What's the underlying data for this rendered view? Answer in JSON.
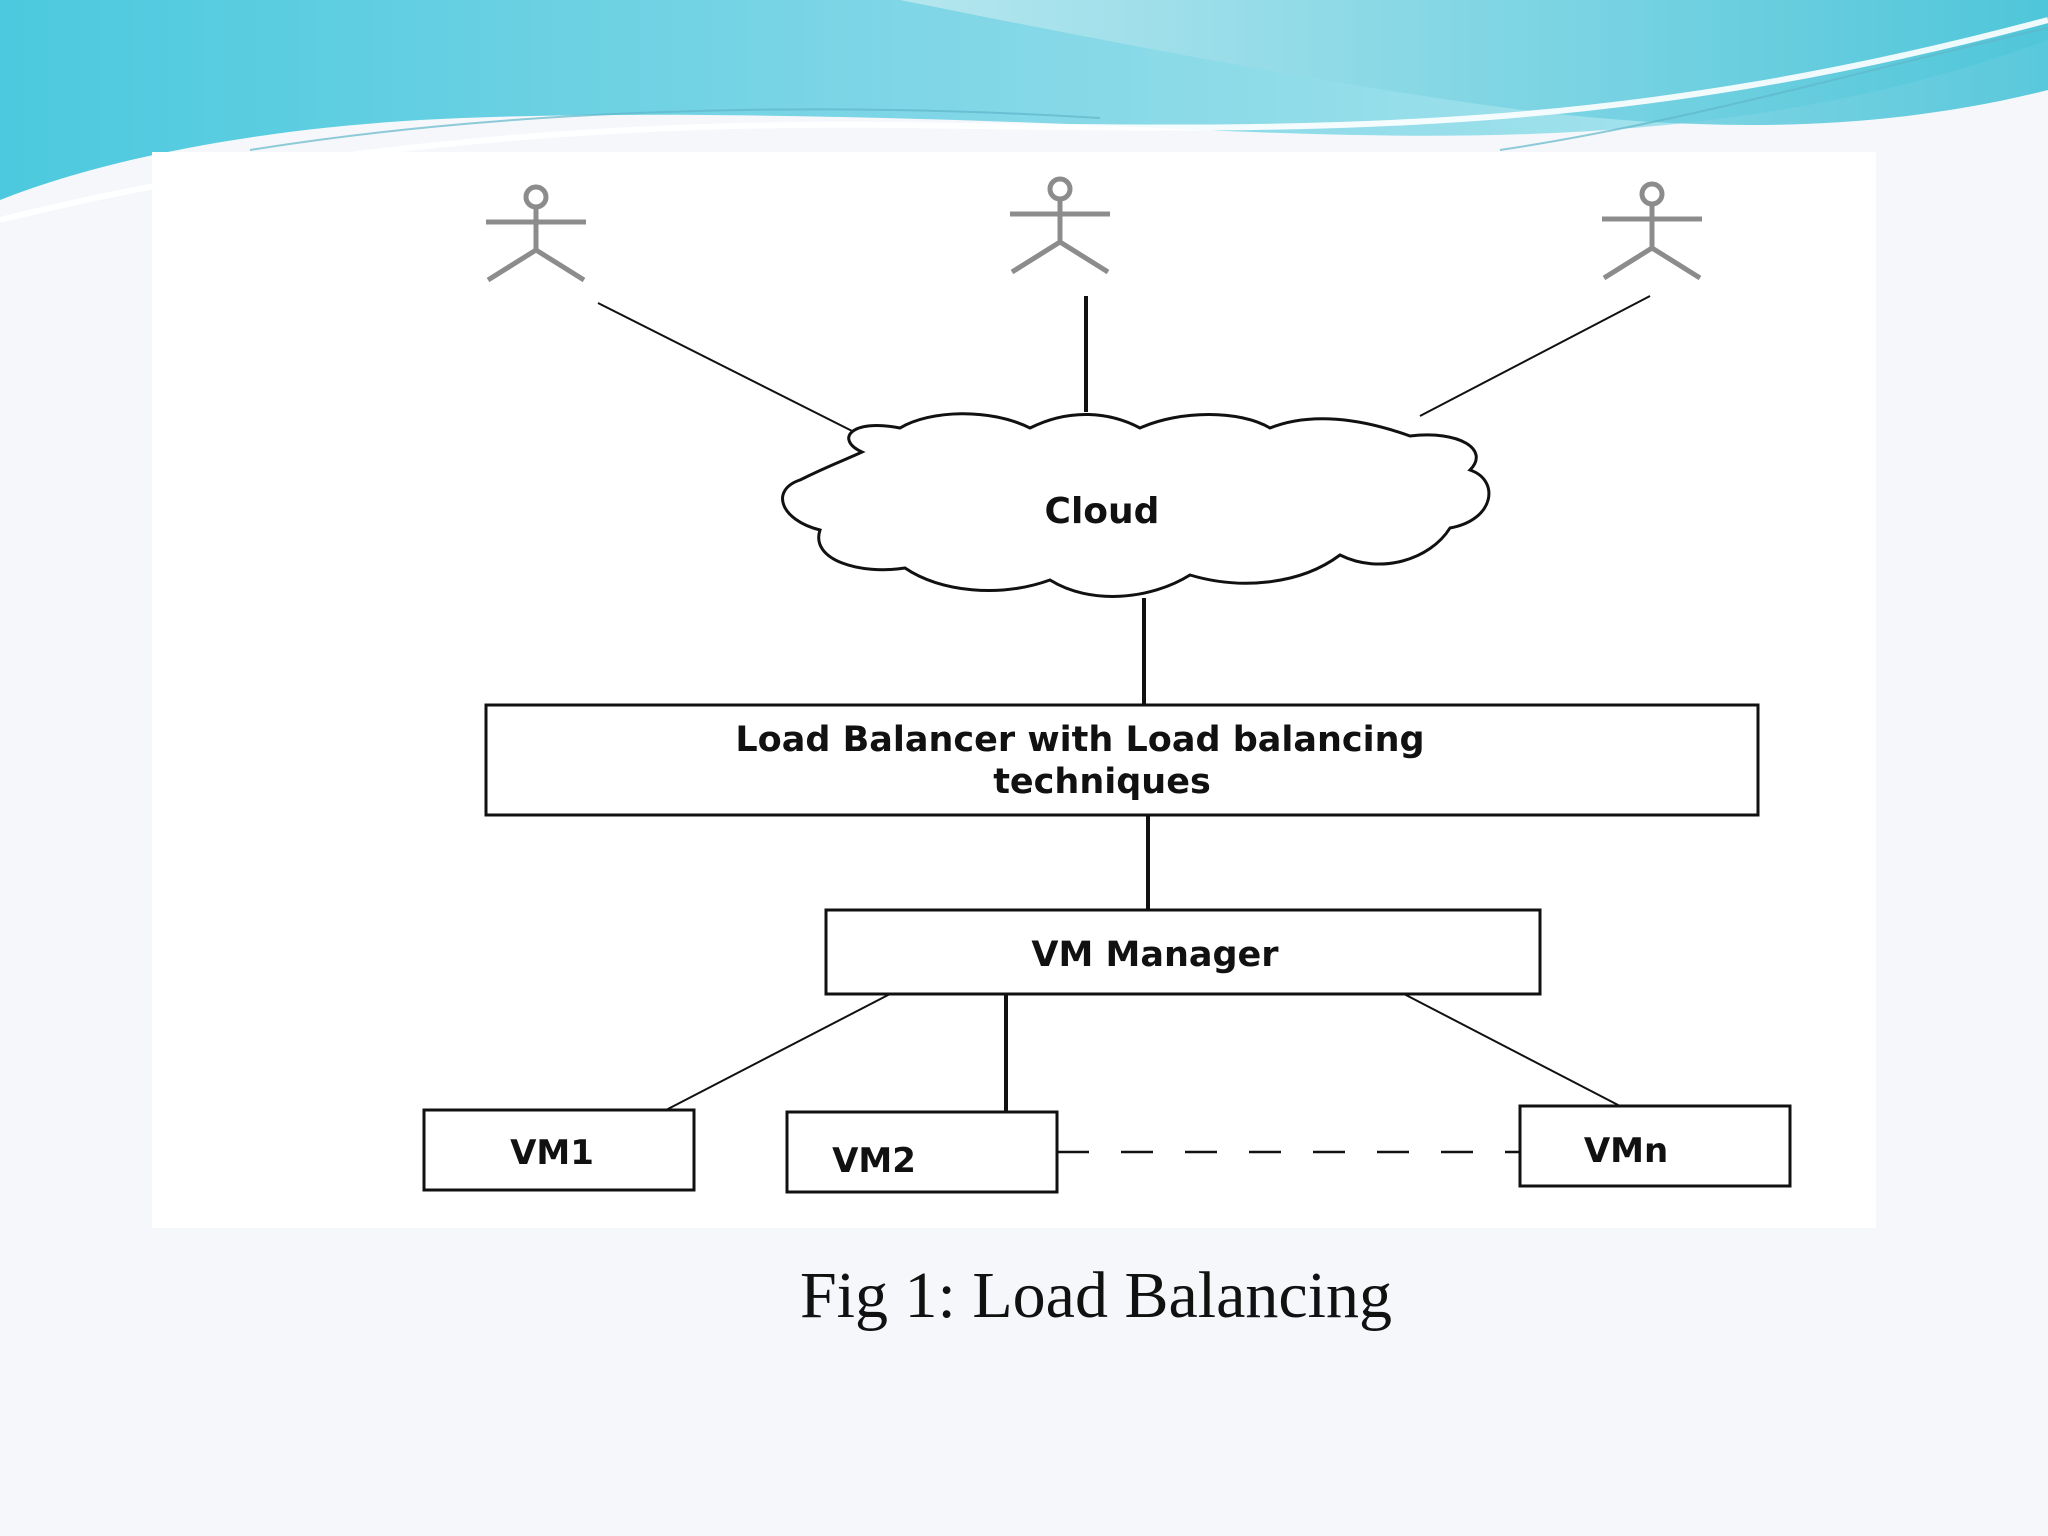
{
  "diagram": {
    "users": [
      {
        "id": "user-1"
      },
      {
        "id": "user-2"
      },
      {
        "id": "user-3"
      }
    ],
    "cloud": {
      "label": "Cloud"
    },
    "load_balancer": {
      "line1": "Load Balancer with Load balancing",
      "line2": "techniques"
    },
    "vm_manager": {
      "label": "VM Manager"
    },
    "vms": [
      {
        "label": "VM1"
      },
      {
        "label": "VM2"
      },
      {
        "label": "VMn"
      }
    ]
  },
  "caption": "Fig 1: Load Balancing",
  "colors": {
    "header_dark": "#3fc3dc",
    "header_light": "#9fe1ec",
    "background": "#f6f7fb",
    "panel": "#ffffff",
    "stroke": "#111111",
    "actor": "#8c8c8c"
  },
  "icons": [
    "stick-figure-icon",
    "cloud-icon"
  ]
}
